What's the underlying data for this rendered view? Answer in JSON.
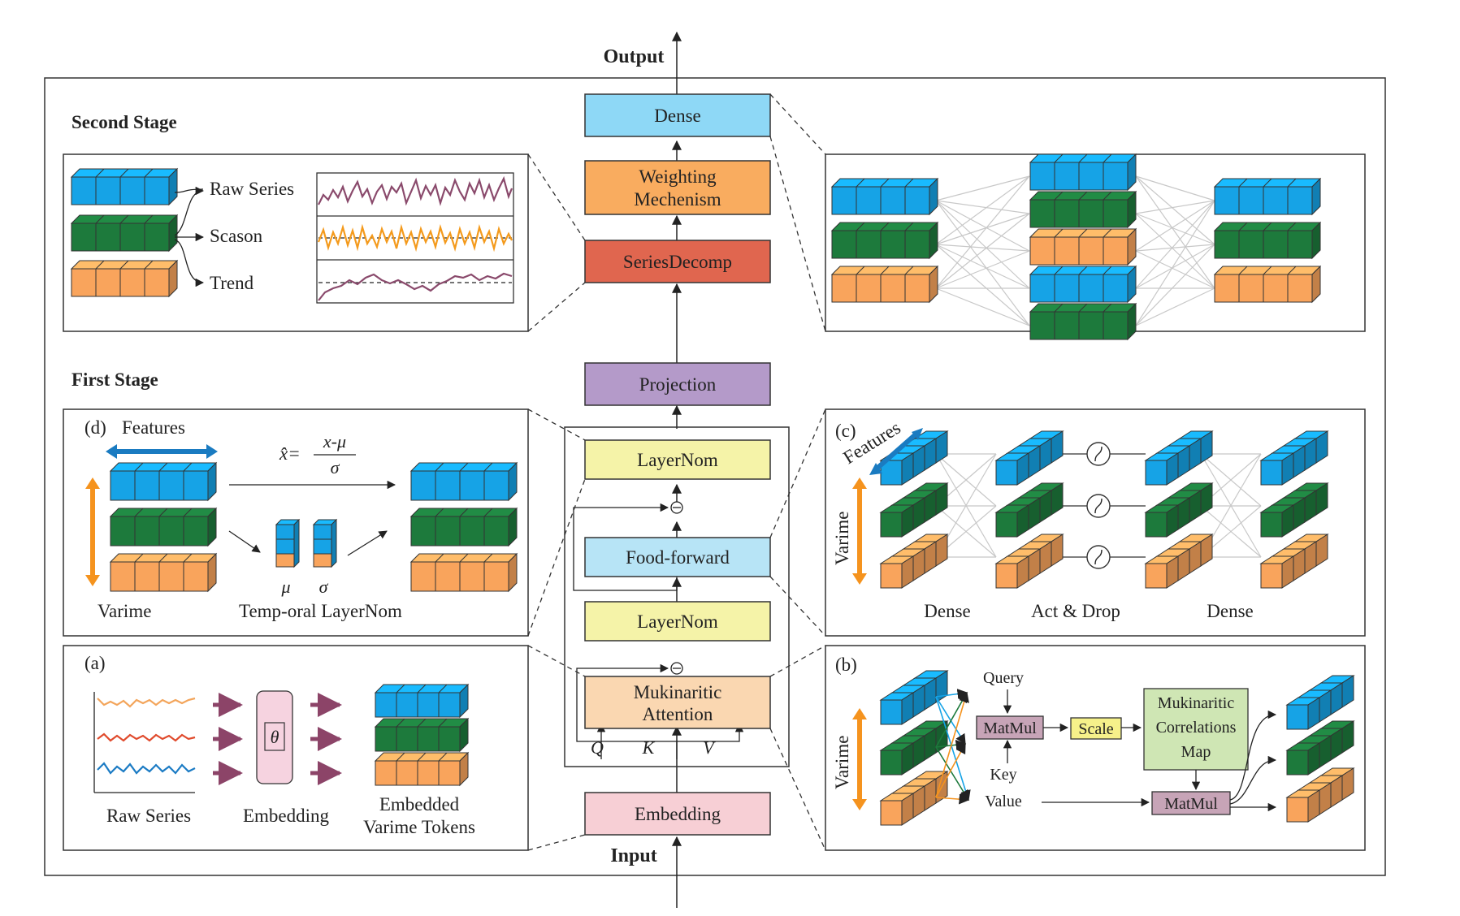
{
  "labels": {
    "output": "Output",
    "input": "Input",
    "second_stage": "Second Stage",
    "first_stage": "First Stage"
  },
  "pipeline": {
    "dense": "Dense",
    "weighting_1": "Weighting",
    "weighting_2": "Mechenism",
    "series_decomp": "SeriesDecomp",
    "projection": "Projection",
    "layernorm_top": "LayerNom",
    "feed_forward": "Food-forward",
    "layernorm_bottom": "LayerNom",
    "attention_1": "Mukinaritic",
    "attention_2": "Attention",
    "embedding": "Embedding",
    "q": "Q",
    "k": "K",
    "v": "V"
  },
  "decomp_panel": {
    "raw": "Raw Series",
    "season": "Scason",
    "trend": "Trend"
  },
  "panel_d": {
    "tag": "(d)",
    "features": "Features",
    "formula_lhs": "x̂=",
    "formula_num": "x-μ",
    "formula_den": "σ",
    "mu": "μ",
    "sigma": "σ",
    "varime": "Varime",
    "temporal": "Temp-oral LayerNom"
  },
  "panel_a": {
    "tag": "(a)",
    "theta": "θ",
    "raw": "Raw Series",
    "embedding": "Embedding",
    "tokens_1": "Embedded",
    "tokens_2": "Varime Tokens"
  },
  "panel_c": {
    "tag": "(c)",
    "features": "Features",
    "varime": "Varime",
    "dense_left": "Dense",
    "act": "Act & Drop",
    "dense_right": "Dense"
  },
  "panel_b": {
    "tag": "(b)",
    "varime": "Varime",
    "query": "Query",
    "key": "Key",
    "value": "Value",
    "matmul_1": "MatMul",
    "scale": "Scale",
    "corr_1": "Mukinaritic",
    "corr_2": "Correlations",
    "corr_3": "Map",
    "matmul_2": "MatMul"
  },
  "colors": {
    "blue": "#16a3e6",
    "green": "#1d7a3c",
    "orange": "#f9a45c",
    "dense_fill": "#8ed8f6",
    "weighting_fill": "#f9ac5f",
    "decomp_fill": "#e0664f",
    "projection_fill": "#b49ac9",
    "layernorm_fill": "#f5f3a8",
    "ff_fill": "#b7e4f6",
    "attention_fill": "#fad7b1",
    "embedding_fill": "#f7cfd5",
    "matmul_fill": "#c7a4b7",
    "scale_fill": "#f6f18a",
    "corr_fill": "#cfe6b4",
    "raw_line": "#8a4a6c",
    "season_line": "#f49a1c",
    "arrow_purple": "#8c4468"
  }
}
